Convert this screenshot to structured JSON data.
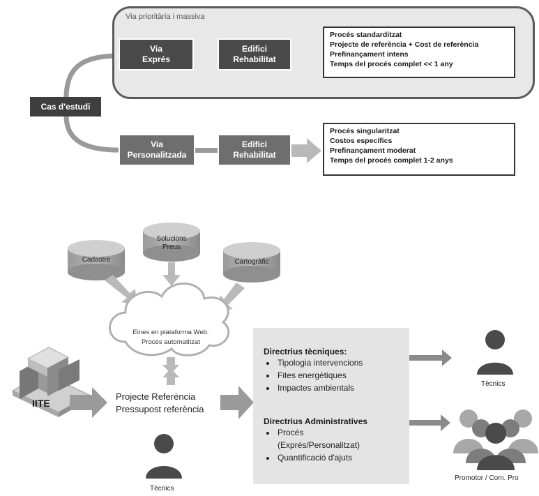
{
  "top": {
    "panel_title": "Via prioritària i massiva",
    "case_label": "Cas d'estudi",
    "route_express": {
      "via_label": "Via\nExprés",
      "building_label": "Edifici\nRehabilitat",
      "details": [
        "Procés standarditzat",
        "Projecte de referència + Cost de referència",
        "Prefinançament intens",
        "Temps del procés complet  << 1 any"
      ]
    },
    "route_custom": {
      "via_label": "Via\nPersonalitzada",
      "building_label": "Edifici\nRehabilitat",
      "details": [
        "Procés singularitzat",
        "Costos específics",
        "Prefinançament moderat",
        "Temps del procés complet  1-2 anys"
      ]
    }
  },
  "bottom": {
    "databases": {
      "cadastre": "Cadastre",
      "solutions": "Solucions\nPreus",
      "cartography": "Cartogràfic"
    },
    "cloud_label": "Eines en plataforma Web.\nProcés automatitzat",
    "iite_label": "IITE",
    "reference_lines": [
      "Projecte Referència",
      "Pressupost referència"
    ],
    "technical": {
      "heading": "Directrius tècniques:",
      "items": [
        "Tipologia intervencions",
        "Fites energètiques",
        "Impactes ambientals"
      ]
    },
    "administrative": {
      "heading": "Directrius Administratives",
      "items": [
        "Procés\n(Exprés/Personalitzat)",
        "Quantificació d'ajuts"
      ]
    },
    "people": {
      "technicians_right": "Tècnics",
      "promoters": "Promotor / Com. Pro",
      "technicians_bottom": "Tècnics"
    }
  }
}
